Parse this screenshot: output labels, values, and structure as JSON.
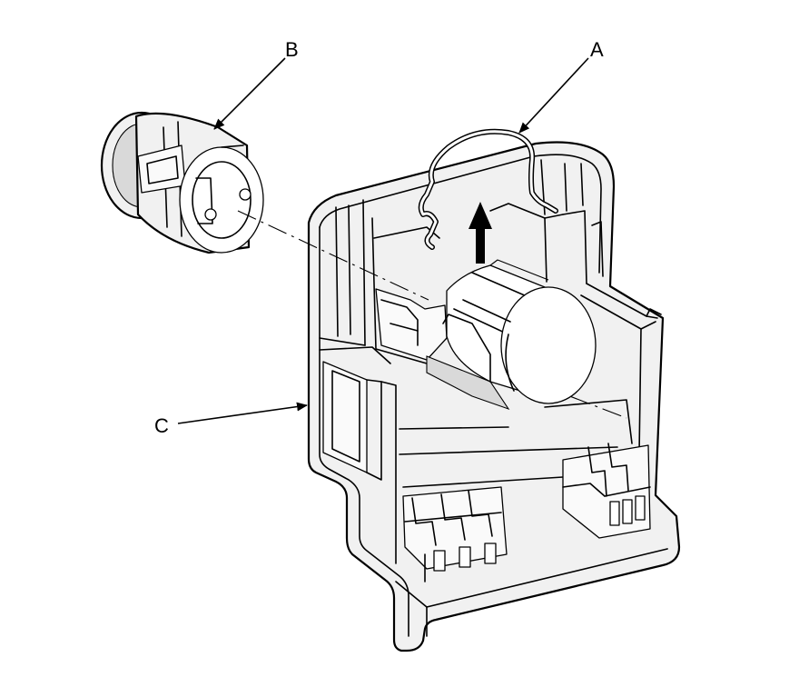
{
  "callouts": {
    "a": "A",
    "b": "B",
    "c": "C"
  },
  "colors": {
    "line": "#000000",
    "background": "#ffffff",
    "part_fill": "#f1f1f1"
  }
}
